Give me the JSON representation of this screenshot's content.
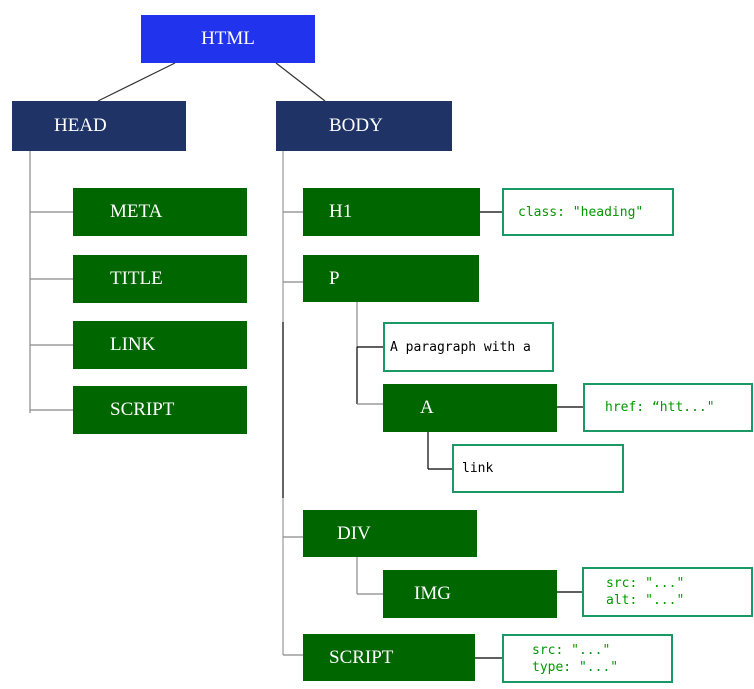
{
  "root": {
    "label": "HTML"
  },
  "head": {
    "label": "HEAD",
    "children": [
      "META",
      "TITLE",
      "LINK",
      "SCRIPT"
    ]
  },
  "body": {
    "label": "BODY",
    "h1": {
      "label": "H1",
      "attr": "class: \"heading\""
    },
    "p": {
      "label": "P",
      "text": "A paragraph with a",
      "a": {
        "label": "A",
        "attr": "href: “htt...\"",
        "text": "link"
      }
    },
    "div": {
      "label": "DIV",
      "img": {
        "label": "IMG",
        "attrs": [
          "src: \"...\"",
          "alt: \"...\""
        ]
      }
    },
    "script": {
      "label": "SCRIPT",
      "attrs": [
        "src: \"...\"",
        "type: \"...\""
      ]
    }
  },
  "colors": {
    "root": "#2233ee",
    "section": "#1f3366",
    "element": "#006600",
    "attr_text": "#009900",
    "box_border": "#1a9966"
  }
}
